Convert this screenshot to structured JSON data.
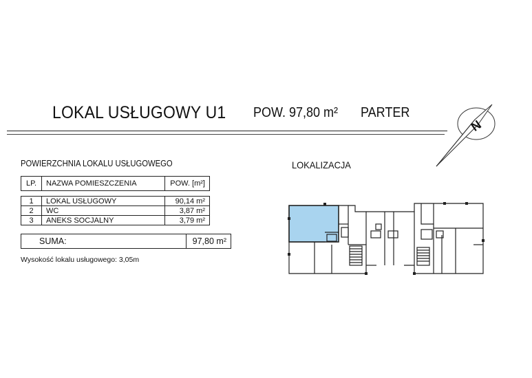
{
  "header": {
    "title": "LOKAL USŁUGOWY U1",
    "area": "POW. 97,80 m²",
    "floor": "PARTER"
  },
  "section": {
    "title": "POWIERZCHNIA LOKALU USŁUGOWEGO",
    "table_headers": {
      "lp": "LP.",
      "name": "NAZWA POMIESZCZENIA",
      "area": "POW. [m²]"
    },
    "rows": [
      {
        "lp": "1",
        "name": "LOKAL USŁUGOWY",
        "area": "90,14 m²"
      },
      {
        "lp": "2",
        "name": "WC",
        "area": "3,87 m²"
      },
      {
        "lp": "3",
        "name": "ANEKS SOCJALNY",
        "area": "3,79 m²"
      }
    ],
    "sum_label": "SUMA:",
    "sum_value": "97,80 m²",
    "note": "Wysokość lokalu usługowego: 3,05m"
  },
  "location": {
    "title": "LOKALIZACJA",
    "highlight_color": "#a9d4ef"
  },
  "compass": {
    "label": "N"
  }
}
